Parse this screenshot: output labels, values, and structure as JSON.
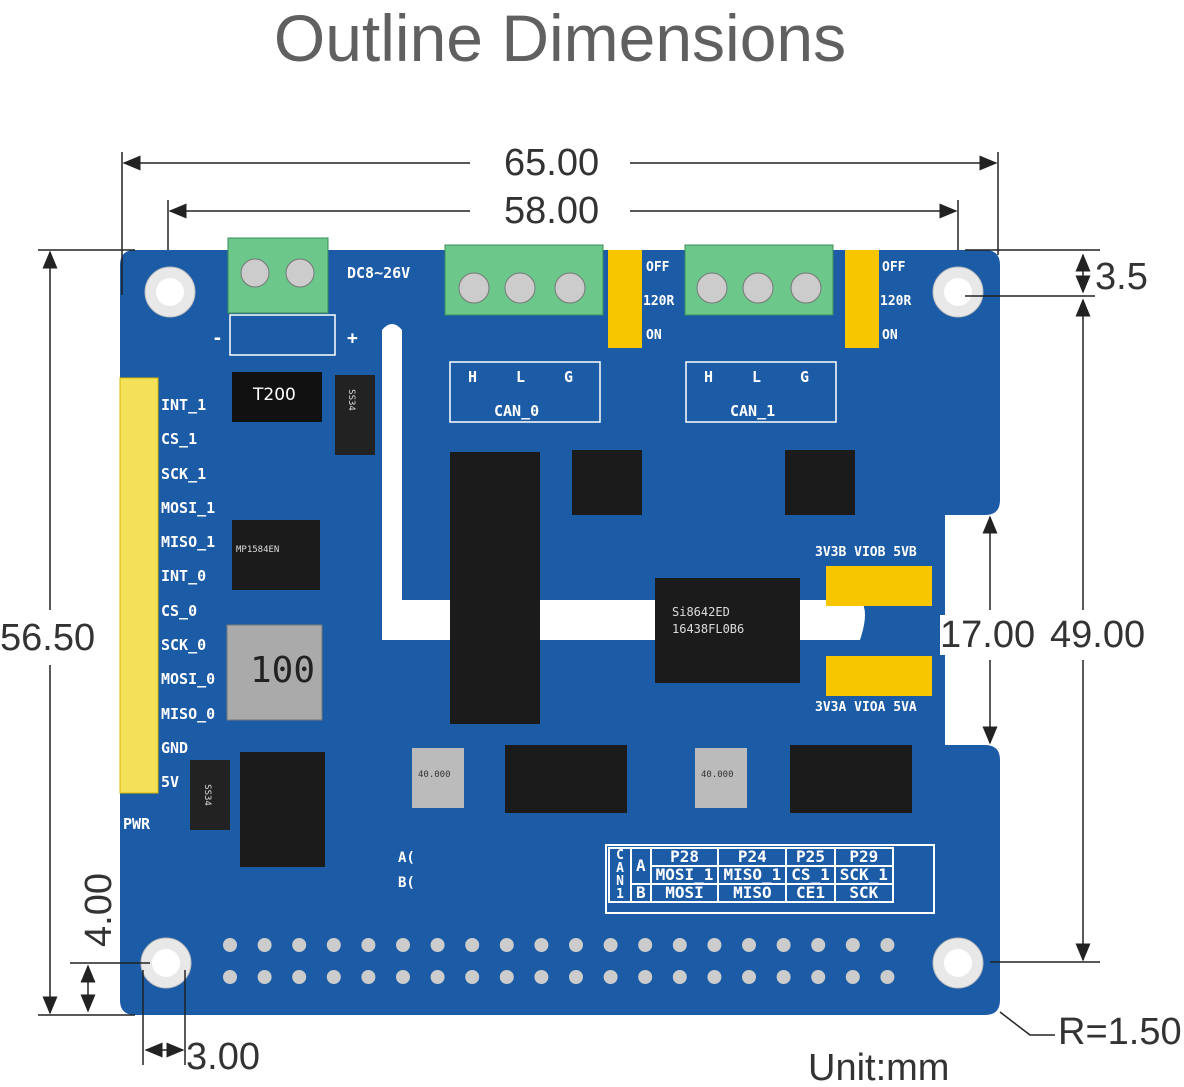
{
  "title": "Outline Dimensions",
  "dimensions": {
    "width_total": "65.00",
    "hole_spacing_x": "58.00",
    "hole_offset_top": "3.5",
    "height_total": "56.50",
    "notch_height": "17.00",
    "hole_spacing_y": "49.00",
    "hole_offset_bottom": "4.00",
    "hole_offset_left": "3.00",
    "corner_radius": "R=1.50",
    "unit": "Unit:mm"
  },
  "board": {
    "power_label": "DC8~26V",
    "minus": "-",
    "plus": "+",
    "jumper_labels": {
      "off": "OFF",
      "r": "120R",
      "on": "ON"
    },
    "can0": {
      "pins": [
        "H",
        "L",
        "G"
      ],
      "label": "CAN_0"
    },
    "can1": {
      "pins": [
        "H",
        "L",
        "G"
      ],
      "label": "CAN_1"
    },
    "header_pins": [
      "INT_1",
      "CS_1",
      "SCK_1",
      "MOSI_1",
      "MISO_1",
      "INT_0",
      "CS_0",
      "SCK_0",
      "MOSI_0",
      "MISO_0",
      "GND",
      "5V"
    ],
    "pwr": "PWR",
    "vio_b": "3V3B VIOB 5VB",
    "vio_a": "3V3A VIOA 5VA",
    "sel_a": "A(",
    "sel_b": "B(",
    "chips": {
      "inductor_small": "T200",
      "diode1": "SS34",
      "diode2": "SS34",
      "inductor_big": "100",
      "isolator": "Si8642ED",
      "isolator2": "16438FL0B6",
      "regulator": "MP1584EN",
      "crystal1": "40.000",
      "crystal2": "40.000"
    },
    "can1_table": {
      "side": "CAN1",
      "row_a": "A",
      "row_b": "B",
      "header": [
        "P28",
        "P24",
        "P25",
        "P29"
      ],
      "a": [
        "MOSI_1",
        "MISO_1",
        "CS_1",
        "SCK_1"
      ],
      "b": [
        "MOSI",
        "MISO",
        "CE1",
        "SCK"
      ]
    }
  }
}
